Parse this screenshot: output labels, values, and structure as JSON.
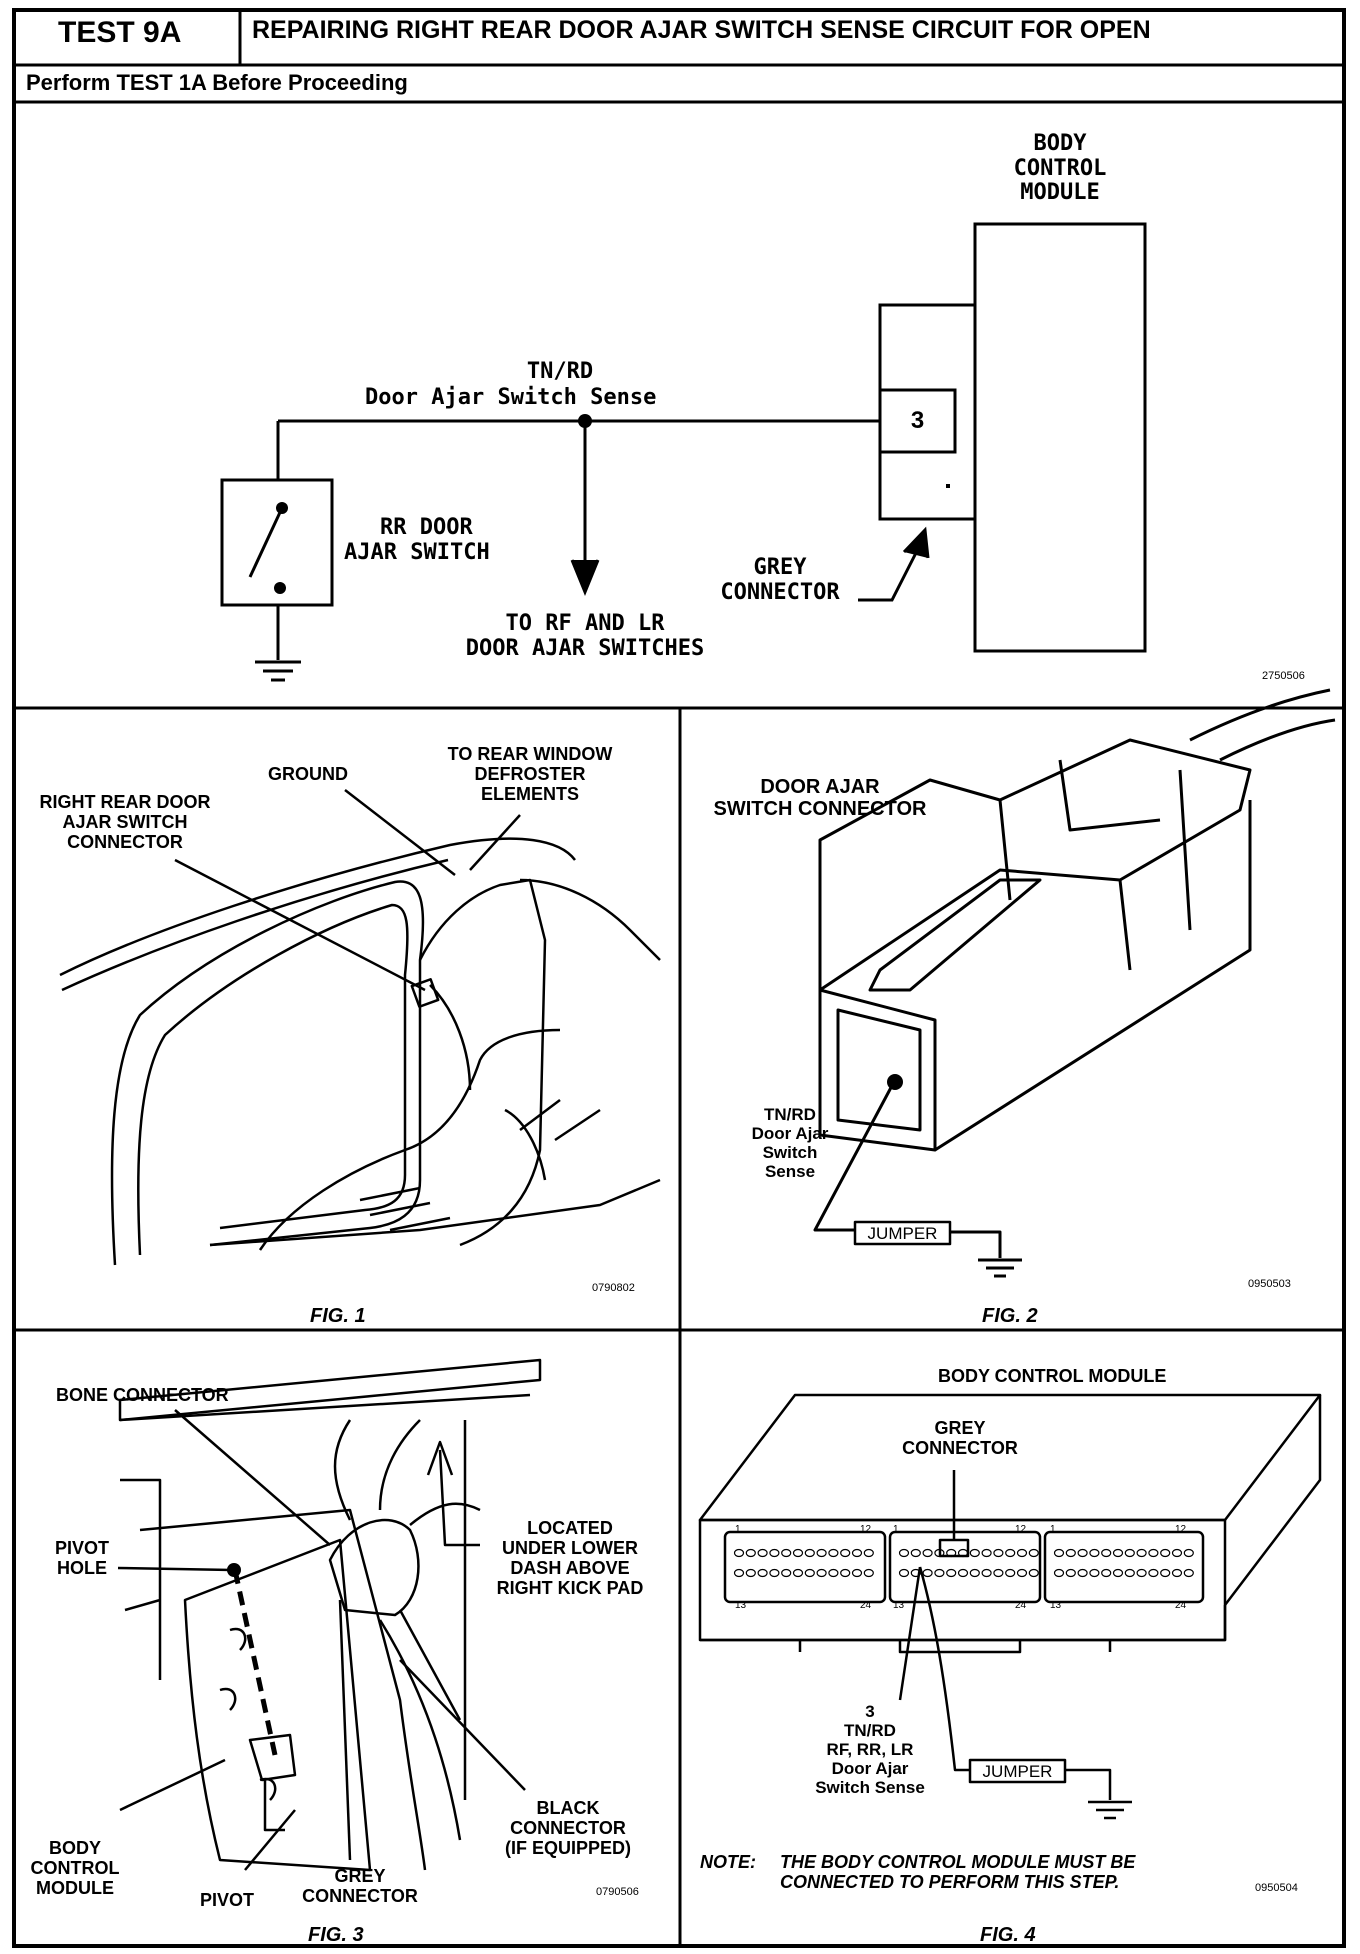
{
  "header": {
    "test_id": "TEST 9A",
    "title": "REPAIRING RIGHT REAR DOOR AJAR SWITCH SENSE CIRCUIT FOR OPEN",
    "prerequisite": "Perform TEST 1A Before Proceeding"
  },
  "schematic": {
    "bcm_label": [
      "BODY",
      "CONTROL",
      "MODULE"
    ],
    "wire_color": "TN/RD",
    "wire_name": "Door Ajar Switch Sense",
    "pin": "3",
    "switch_label": [
      "RR DOOR",
      "AJAR SWITCH"
    ],
    "branch_label": [
      "TO RF AND LR",
      "DOOR AJAR SWITCHES"
    ],
    "connector_label": [
      "GREY",
      "CONNECTOR"
    ],
    "ref": "2750506"
  },
  "fig1": {
    "caption": "FIG. 1",
    "ground": "GROUND",
    "defroster": [
      "TO REAR WINDOW",
      "DEFROSTER",
      "ELEMENTS"
    ],
    "connector": [
      "RIGHT REAR DOOR",
      "AJAR SWITCH",
      "CONNECTOR"
    ],
    "ref": "0790802"
  },
  "fig2": {
    "caption": "FIG. 2",
    "title": [
      "DOOR AJAR",
      "SWITCH CONNECTOR"
    ],
    "wire": [
      "TN/RD",
      "Door Ajar",
      "Switch",
      "Sense"
    ],
    "jumper": "JUMPER",
    "ref": "0950503"
  },
  "fig3": {
    "caption": "FIG. 3",
    "bone": "BONE CONNECTOR",
    "pivot_hole": [
      "PIVOT",
      "HOLE"
    ],
    "located": [
      "LOCATED",
      "UNDER LOWER",
      "DASH ABOVE",
      "RIGHT KICK PAD"
    ],
    "bcm": [
      "BODY",
      "CONTROL",
      "MODULE"
    ],
    "pivot": "PIVOT",
    "grey": [
      "GREY",
      "CONNECTOR"
    ],
    "black": [
      "BLACK",
      "CONNECTOR",
      "(IF EQUIPPED)"
    ],
    "ref": "0790506"
  },
  "fig4": {
    "caption": "FIG. 4",
    "title": "BODY CONTROL MODULE",
    "grey": [
      "GREY",
      "CONNECTOR"
    ],
    "wire": [
      "3",
      "TN/RD",
      "RF, RR, LR",
      "Door Ajar",
      "Switch Sense"
    ],
    "jumper": "JUMPER",
    "pin_numbers": [
      "1",
      "12",
      "1",
      "12",
      "1",
      "12",
      "13",
      "24",
      "13",
      "24",
      "13",
      "24"
    ],
    "note_label": "NOTE:",
    "note": [
      "THE BODY CONTROL MODULE MUST BE",
      "CONNECTED TO PERFORM THIS STEP."
    ],
    "ref": "0950504"
  }
}
